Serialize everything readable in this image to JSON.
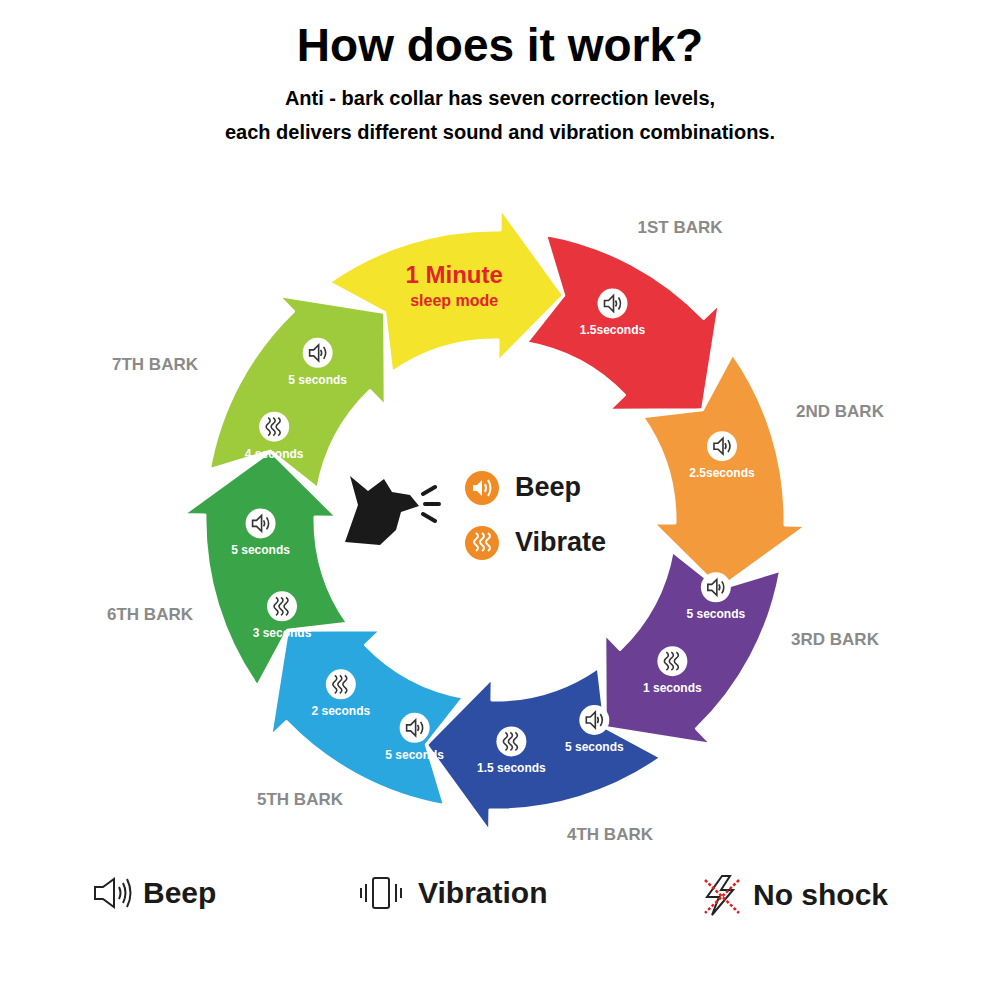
{
  "diagram": {
    "title": "How does it work?",
    "nodes": [
      {
        "text": [
          "1ST BARK",
          "1.5seconds"
        ]
      },
      {
        "text": [
          "2ND BARK",
          "2.5seconds"
        ]
      },
      {
        "text": [
          "3RD BARK",
          "5 seconds",
          "1 seconds"
        ]
      },
      {
        "text": [
          "4TH BARK",
          "5 seconds",
          "1.5 seconds"
        ]
      },
      {
        "text": [
          "5TH BARK",
          "5 seconds",
          "2 seconds"
        ]
      },
      {
        "text": [
          "6TH BARK",
          "5 seconds",
          "3 seconds"
        ]
      },
      {
        "text": [
          "7TH BARK",
          "5 seconds",
          "4 seconds"
        ]
      },
      {
        "text": [
          "1 Minute",
          "sleep mode"
        ]
      }
    ],
    "labels": [
      "Anti - bark collar has seven correction levels,",
      "each delivers different sound and vibration combinations."
    ],
    "legend": [
      {
        "text": "Beep"
      },
      {
        "text": "Vibrate"
      },
      {
        "text": "Beep"
      },
      {
        "text": "Vibration"
      },
      {
        "text": "No shock"
      }
    ]
  }
}
